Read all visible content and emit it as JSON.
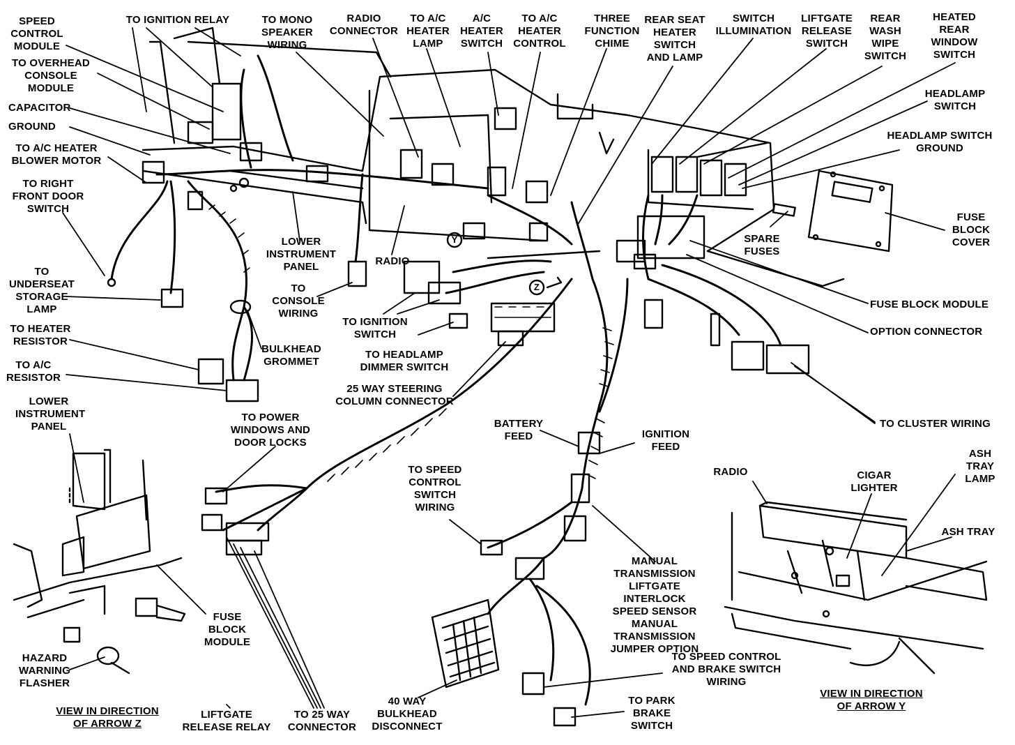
{
  "colors": {
    "ink": "#000000",
    "paper": "#ffffff"
  },
  "labels": {
    "speed_control_module": "SPEED\nCONTROL\nMODULE",
    "to_ignition_relay": "TO IGNITION RELAY",
    "to_mono_speaker_wiring": "TO MONO\nSPEAKER\nWIRING",
    "radio_connector": "RADIO\nCONNECTOR",
    "to_ac_heater_lamp": "TO A/C\nHEATER\nLAMP",
    "ac_heater_switch": "A/C\nHEATER\nSWITCH",
    "to_ac_heater_control": "TO A/C\nHEATER\nCONTROL",
    "three_function_chime": "THREE\nFUNCTION\nCHIME",
    "rear_seat_heater_switch": "REAR SEAT\nHEATER\nSWITCH\nAND LAMP",
    "switch_illumination": "SWITCH\nILLUMINATION",
    "liftgate_release_switch": "LIFTGATE\nRELEASE\nSWITCH",
    "rear_wash_wipe_switch": "REAR\nWASH\nWIPE\nSWITCH",
    "heated_rear_window_switch": "HEATED\nREAR\nWINDOW\nSWITCH",
    "to_overhead_console": "TO OVERHEAD\nCONSOLE\nMODULE",
    "capacitor": "CAPACITOR",
    "ground": "GROUND",
    "to_ac_heater_blower": "TO A/C HEATER\nBLOWER MOTOR",
    "to_right_front_door": "TO RIGHT\nFRONT DOOR\nSWITCH",
    "headlamp_switch": "HEADLAMP\nSWITCH",
    "headlamp_switch_ground": "HEADLAMP SWITCH\nGROUND",
    "fuse_block_cover": "FUSE\nBLOCK\nCOVER",
    "spare_fuses": "SPARE\nFUSES",
    "lower_instrument_panel_top": "LOWER\nINSTRUMENT\nPANEL",
    "radio_main": "RADIO",
    "to_underseat_storage_lamp": "TO\nUNDERSEAT\nSTORAGE\nLAMP",
    "to_console_wiring": "TO\nCONSOLE\nWIRING",
    "fuse_block_module_main": "FUSE BLOCK MODULE",
    "option_connector": "OPTION CONNECTOR",
    "to_heater_resistor": "TO HEATER\nRESISTOR",
    "to_ignition_switch": "TO IGNITION\nSWITCH",
    "bulkhead_grommet": "BULKHEAD\nGROMMET",
    "to_headlamp_dimmer": "TO HEADLAMP\nDIMMER SWITCH",
    "to_ac_resistor": "TO A/C\nRESISTOR",
    "steering_column_connector": "25 WAY STEERING\nCOLUMN CONNECTOR",
    "lower_instrument_panel_inset": "LOWER\nINSTRUMENT\nPANEL",
    "to_power_windows": "TO POWER\nWINDOWS AND\nDOOR LOCKS",
    "battery_feed": "BATTERY\nFEED",
    "ignition_feed": "IGNITION\nFEED",
    "to_cluster_wiring": "TO CLUSTER WIRING",
    "radio_inset": "RADIO",
    "cigar_lighter": "CIGAR\nLIGHTER",
    "ash_tray_lamp": "ASH\nTRAY\nLAMP",
    "ash_tray": "ASH TRAY",
    "to_speed_control_switch": "TO SPEED\nCONTROL\nSWITCH\nWIRING",
    "manual_transmission_group": "MANUAL\nTRANSMISSION\nLIFTGATE INTERLOCK\nSPEED SENSOR\nMANUAL\nTRANSMISSION\nJUMPER OPTION",
    "fuse_block_module_inset": "FUSE\nBLOCK\nMODULE",
    "hazard_warning_flasher": "HAZARD\nWARNING\nFLASHER",
    "to_speed_control_brake": "TO SPEED CONTROL\nAND BRAKE SWITCH\nWIRING",
    "to_park_brake_switch": "TO PARK\nBRAKE\nSWITCH",
    "view_arrow_z": "VIEW IN DIRECTION\nOF ARROW Z",
    "liftgate_release_relay": "LIFTGATE\nRELEASE RELAY",
    "to_25_way_connector": "TO 25 WAY\nCONNECTOR",
    "bulkhead_disconnect_40": "40 WAY\nBULKHEAD\nDISCONNECT",
    "view_arrow_y": "VIEW IN DIRECTION\nOF ARROW Y",
    "marker_y": "Y",
    "marker_z": "Z"
  }
}
